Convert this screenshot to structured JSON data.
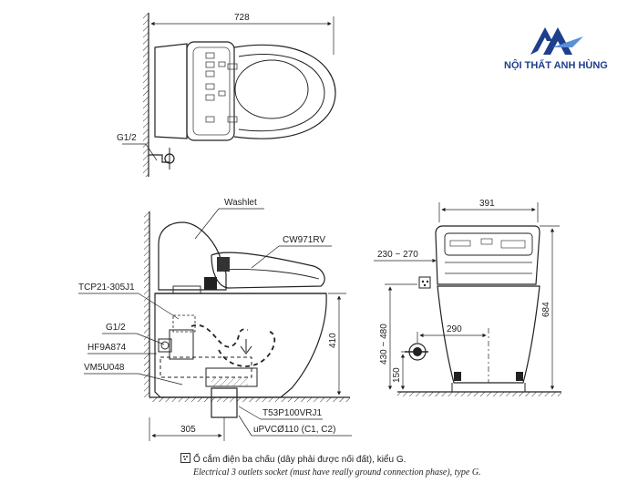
{
  "brand": {
    "name": "NỘI THẤT ANH HÙNG",
    "logo_color": "#1e3f8c"
  },
  "top_view": {
    "width_dim": "728",
    "pipe_label": "G1/2"
  },
  "side_view": {
    "labels": {
      "washlet": "Washlet",
      "seat_model": "CW971RV",
      "tank_fitting": "TCP21-305J1",
      "pipe": "G1/2",
      "valve": "HF9A874",
      "hose": "VM5U048",
      "drain": "T53P100VRJ1",
      "outlet_pipe": "uPVCØ110 (C1, C2)"
    },
    "dims": {
      "height": "410",
      "rough_in": "305"
    }
  },
  "front_view": {
    "dims": {
      "width": "391",
      "pipe_range": "230 ~ 270",
      "total_height": "684",
      "offset": "290",
      "socket_range": "430 ~ 480",
      "valve_height": "150"
    }
  },
  "legend": {
    "vi": "Ổ cắm điện ba chấu (dây phải được nối đất), kiểu G.",
    "en": "Electrical 3 outlets socket (must have really ground connection phase), type G."
  }
}
